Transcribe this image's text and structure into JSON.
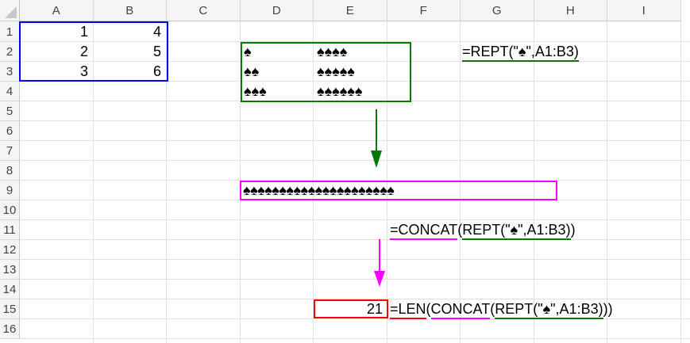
{
  "columns": [
    "A",
    "B",
    "C",
    "D",
    "E",
    "F",
    "G",
    "H",
    "I"
  ],
  "rows": [
    "1",
    "2",
    "3",
    "4",
    "5",
    "6",
    "7",
    "8",
    "9",
    "10",
    "11",
    "12",
    "13",
    "14",
    "15",
    "16"
  ],
  "cells": {
    "A1": "1",
    "B1": "4",
    "A2": "2",
    "B2": "5",
    "A3": "3",
    "B3": "6",
    "D2": "♠",
    "D3": "♠♠",
    "D4": "♠♠♠",
    "E2": "♠♠♠♠",
    "E3": "♠♠♠♠♠",
    "E4": "♠♠♠♠♠♠",
    "D9": "♠♠♠♠♠♠♠♠♠♠♠♠♠♠♠♠♠♠♠♠♠",
    "E15": "21"
  },
  "formulas": {
    "g2": {
      "rept": "=REPT(\"♠\",A1:B3)"
    },
    "f11": {
      "concat": "=CONCAT",
      "paren": "(",
      "rept": "REPT(\"♠\",A1:B3)",
      "close": ")"
    },
    "f15": {
      "len": "=LEN",
      "paren1": "(",
      "concat": "CONCAT",
      "paren2": "(",
      "rept": "REPT(\"♠\",A1:B3)",
      "close": "))"
    }
  },
  "colors": {
    "blue": "#0000ff",
    "green": "#007a00",
    "magenta": "#ff00ff",
    "red": "#ff0000"
  }
}
